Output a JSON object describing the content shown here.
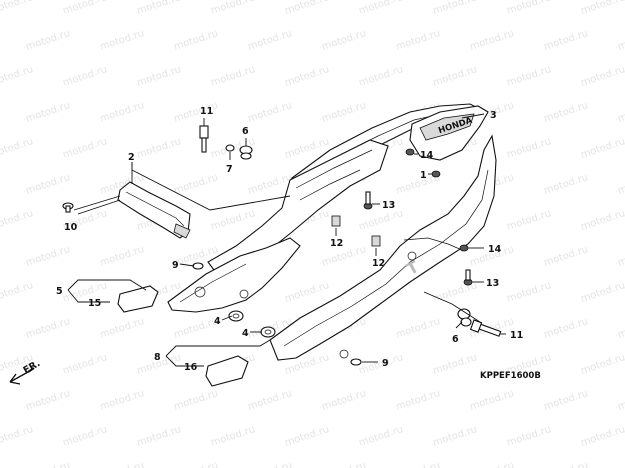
{
  "watermark": "motod.ru",
  "diagram_code": "KPPEF1600B",
  "direction_label": "FR.",
  "emblem_text": "HONDA",
  "callouts": {
    "c1": "1",
    "c2": "2",
    "c3": "3",
    "c4a": "4",
    "c4b": "4",
    "c5": "5",
    "c6a": "6",
    "c6b": "6",
    "c7": "7",
    "c8": "8",
    "c9a": "9",
    "c9b": "9",
    "c10": "10",
    "c11a": "11",
    "c11b": "11",
    "c12a": "12",
    "c12b": "12",
    "c13a": "13",
    "c13b": "13",
    "c14a": "14",
    "c14b": "14",
    "c15": "15",
    "c16": "16"
  }
}
